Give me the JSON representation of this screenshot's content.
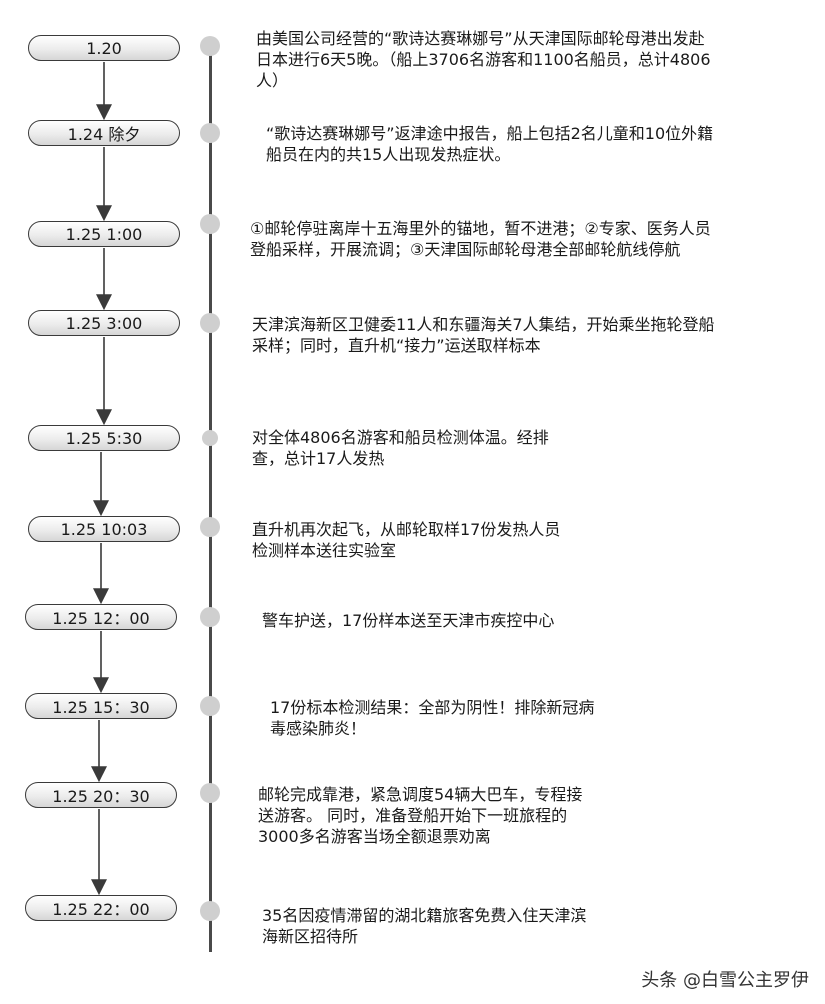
{
  "timeline": {
    "events": [
      {
        "time": "1.20",
        "text": "由美国公司经营的“歌诗达赛琳娜号”从天津国际邮轮母港出发赴\n日本进行6天5晚。（船上3706名游客和1100名船员，总计4806\n人）"
      },
      {
        "time": "1.24 除夕",
        "text": "“歌诗达赛琳娜号”返津途中报告，船上包括2名儿童和10位外籍\n船员在内的共15人出现发热症状。"
      },
      {
        "time": "1.25 1:00",
        "text": "①邮轮停驻离岸十五海里外的锚地，暂不进港；②专家、医务人员\n登船采样，开展流调；③天津国际邮轮母港全部邮轮航线停航"
      },
      {
        "time": "1.25 3:00",
        "text": "天津滨海新区卫健委11人和东疆海关7人集结，开始乘坐拖轮登船\n采样；同时，直升机“接力”运送取样标本"
      },
      {
        "time": "1.25 5:30",
        "text": "对全体4806名游客和船员检测体温。经排\n查，总计17人发热"
      },
      {
        "time": "1.25 10:03",
        "text": "直升机再次起飞，从邮轮取样17份发热人员\n检测样本送往实验室"
      },
      {
        "time": "1.25 12：00",
        "text": "警车护送，17份样本送至天津市疾控中心"
      },
      {
        "time": "1.25 15：30",
        "text": "17份标本检测结果：全部为阴性！排除新冠病\n毒感染肺炎！"
      },
      {
        "time": "1.25 20：30",
        "text": "邮轮完成靠港，紧急调度54辆大巴车，专程接\n送游客。 同时，准备登船开始下一班旅程的\n3000多名游客当场全额退票劝离"
      },
      {
        "time": "1.25 22：00",
        "text": "35名因疫情滞留的湖北籍旅客免费入住天津滨\n海新区招待所"
      }
    ]
  },
  "watermark": "头条 @白雪公主罗伊",
  "colors": {
    "line": "#4a4a4a",
    "arrow": "#3a3a3a",
    "dot": "#cfcfcf"
  }
}
